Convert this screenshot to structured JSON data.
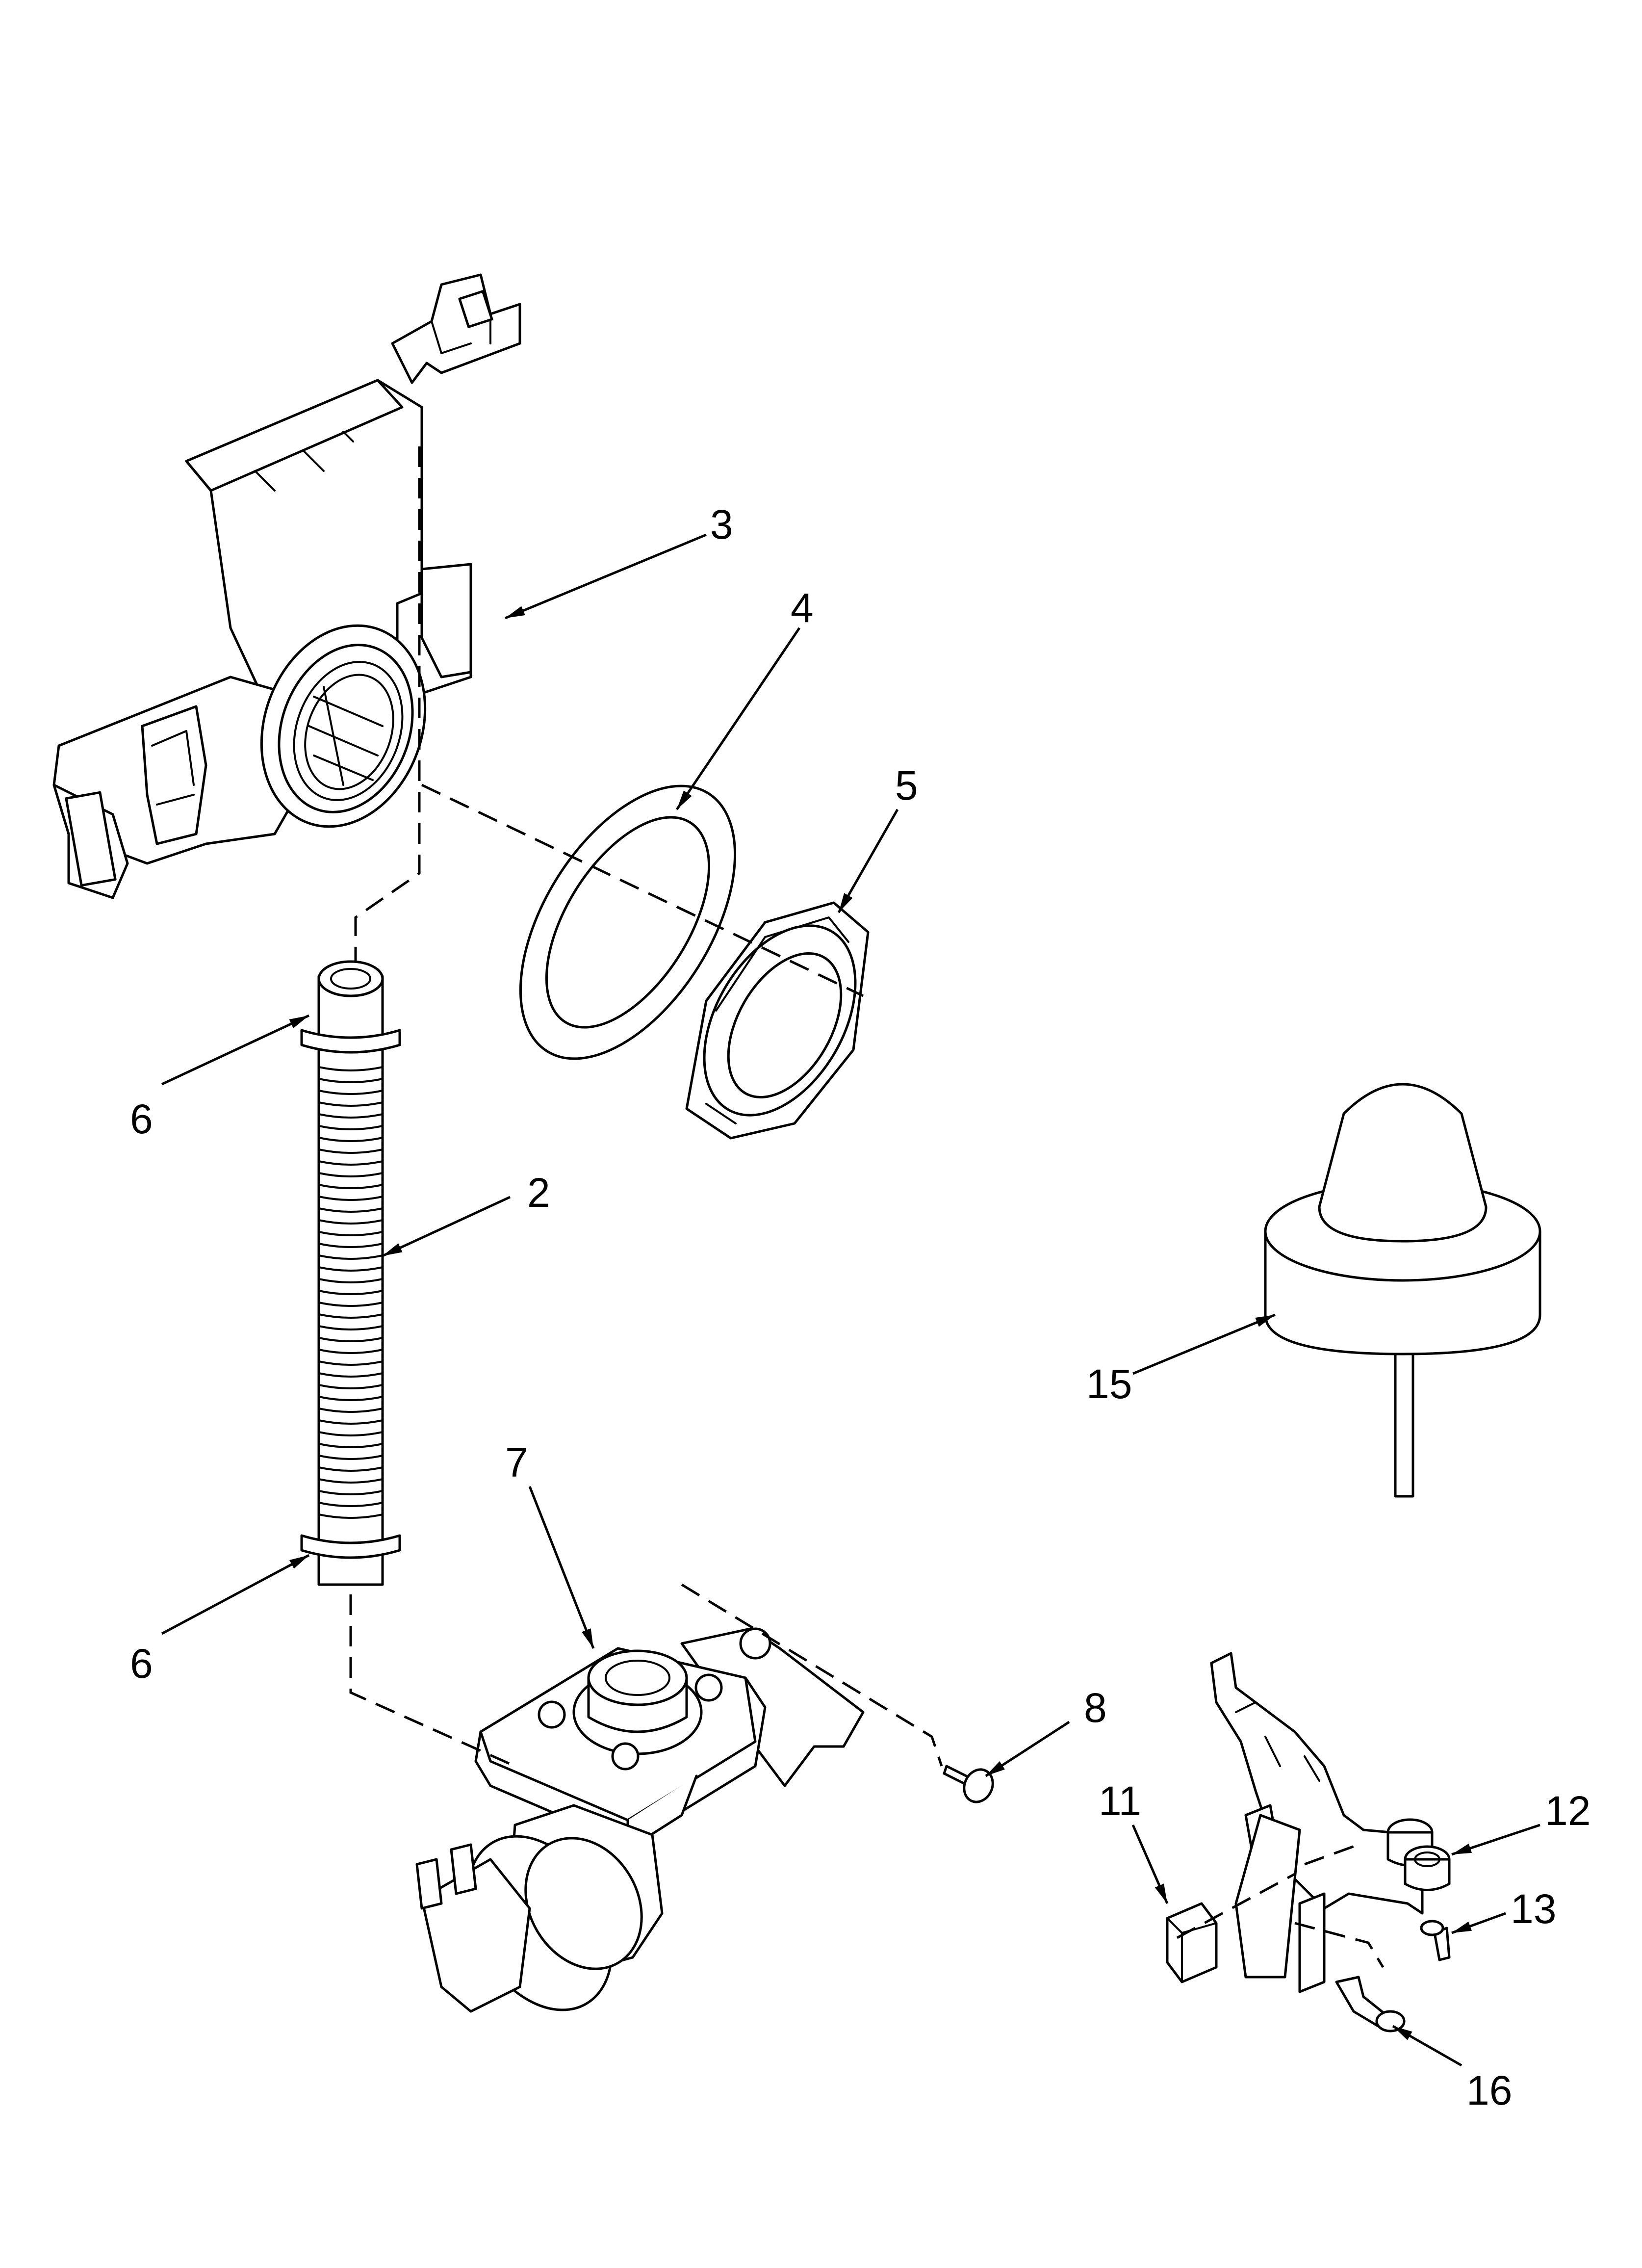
{
  "callouts": [
    {
      "id": "c3",
      "label": "3"
    },
    {
      "id": "c4",
      "label": "4"
    },
    {
      "id": "c5",
      "label": "5"
    },
    {
      "id": "c6a",
      "label": "6"
    },
    {
      "id": "c2",
      "label": "2"
    },
    {
      "id": "c15",
      "label": "15"
    },
    {
      "id": "c7",
      "label": "7"
    },
    {
      "id": "c6b",
      "label": "6"
    },
    {
      "id": "c8",
      "label": "8"
    },
    {
      "id": "c11",
      "label": "11"
    },
    {
      "id": "c12",
      "label": "12"
    },
    {
      "id": "c13",
      "label": "13"
    },
    {
      "id": "c16",
      "label": "16"
    }
  ],
  "colors": {
    "line": "#000000",
    "background": "#ffffff"
  }
}
